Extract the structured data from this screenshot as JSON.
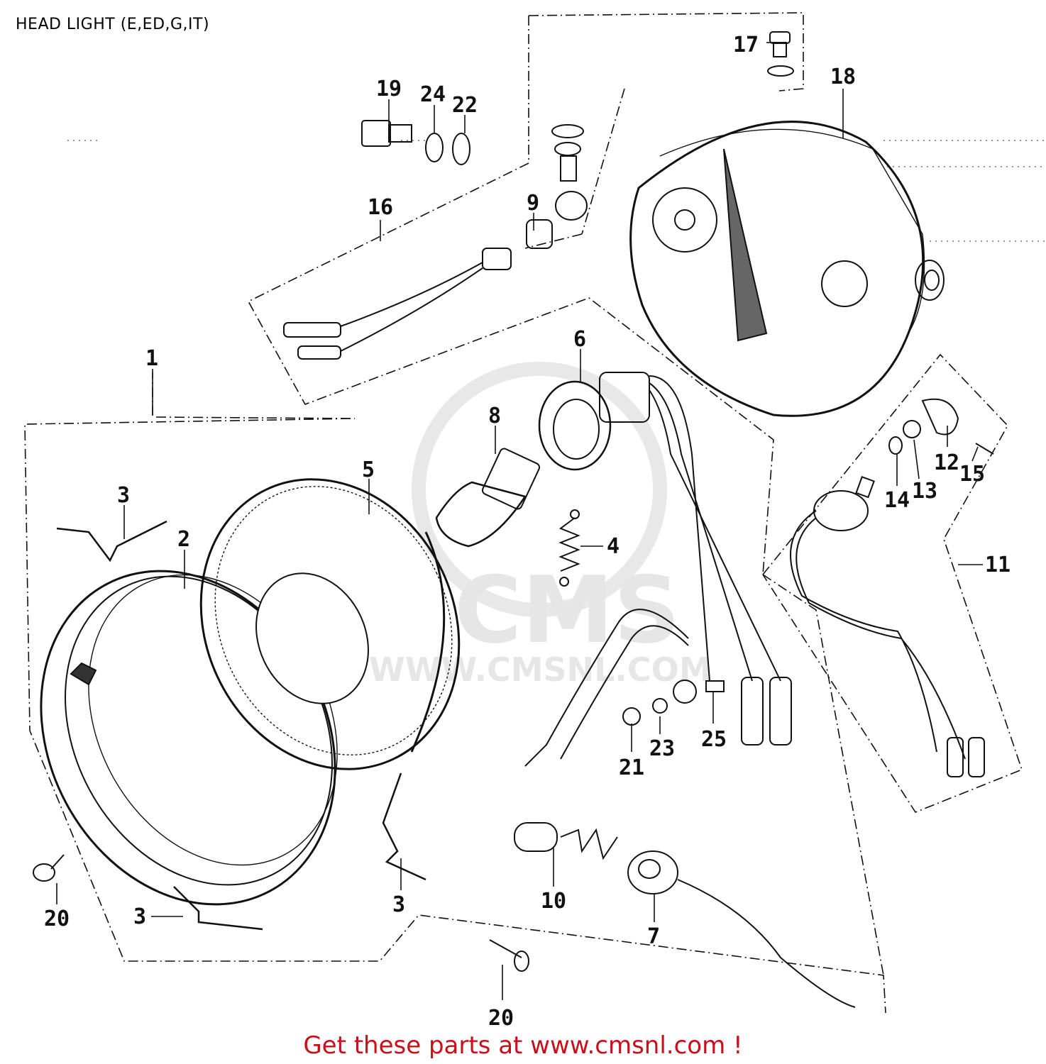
{
  "title": "HEAD LIGHT (E,ED,G,IT)",
  "watermark": {
    "brand": "CMS",
    "url": "WWW.CMSNL.COM"
  },
  "callouts": {
    "p1": "1",
    "p2": "2",
    "p3a": "3",
    "p3b": "3",
    "p3c": "3",
    "p4": "4",
    "p5": "5",
    "p6": "6",
    "p7": "7",
    "p8": "8",
    "p9": "9",
    "p10": "10",
    "p11": "11",
    "p12": "12",
    "p13": "13",
    "p14": "14",
    "p15": "15",
    "p16": "16",
    "p17": "17",
    "p18": "18",
    "p19": "19",
    "p20a": "20",
    "p20b": "20",
    "p21": "21",
    "p22": "22",
    "p23": "23",
    "p24": "24",
    "p25": "25"
  },
  "footer": "Get these parts at www.cmsnl.com !"
}
